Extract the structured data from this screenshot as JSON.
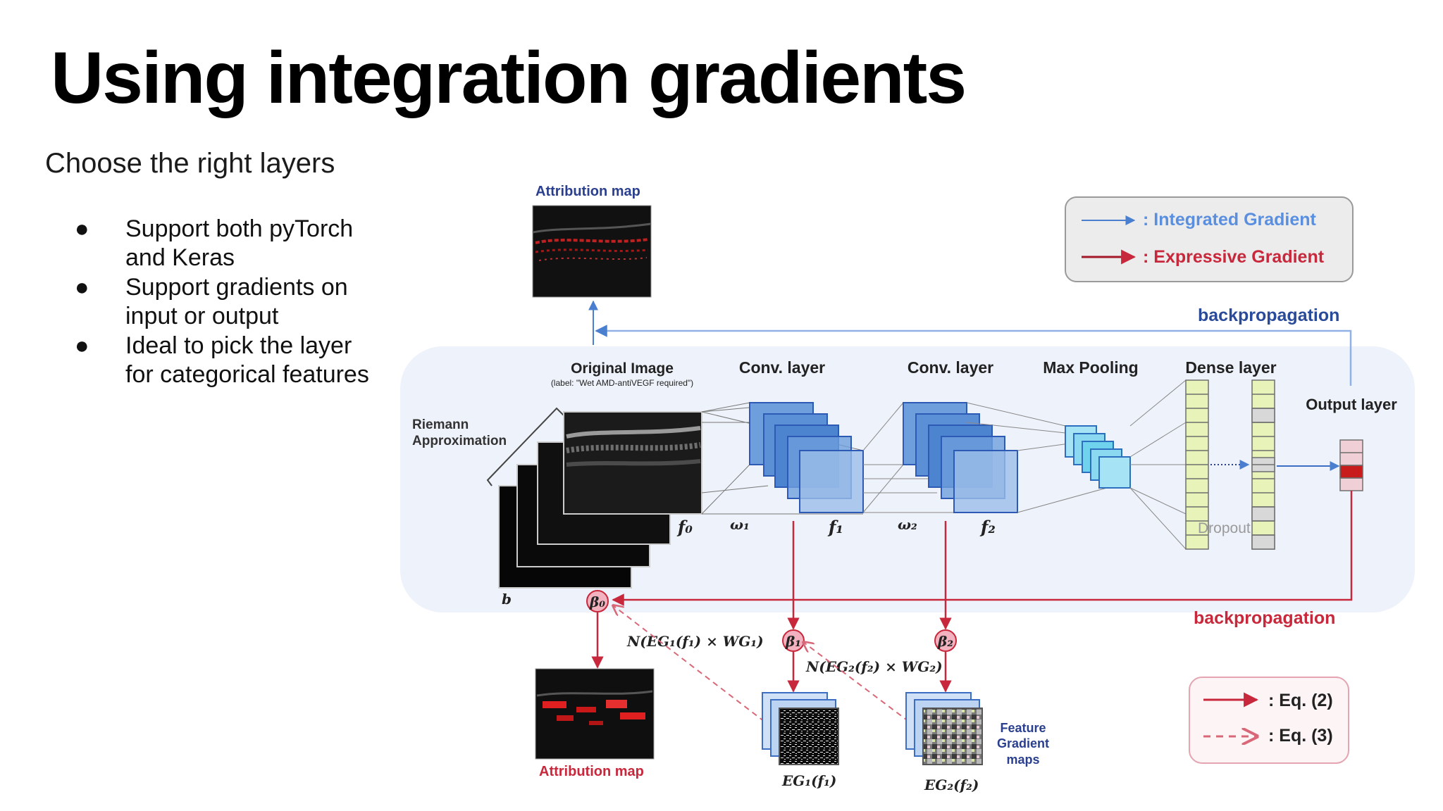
{
  "slide": {
    "title": "Using integration gradients",
    "subtitle": "Choose the right layers",
    "bullets": [
      {
        "line1": "Support both pyTorch",
        "line2": "and Keras"
      },
      {
        "line1": "Support gradients on",
        "line2": "input or output"
      },
      {
        "line1": "Ideal to pick the layer",
        "line2": "for categorical features"
      }
    ],
    "bullet_glyph": "●"
  },
  "diagram": {
    "attribution_map_top": "Attribution map",
    "attribution_map_bottom": "Attribution map",
    "legend_top": {
      "integrated": ": Integrated Gradient",
      "expressive": ": Expressive Gradient"
    },
    "legend_bottom": {
      "eq2": ": Eq. (2)",
      "eq3": ": Eq. (3)"
    },
    "backprop_top": "backpropagation",
    "backprop_bottom": "backpropagation",
    "original_image": "Original Image",
    "original_image_label": "(label: \"Wet AMD-antiVEGF required\")",
    "riemann_line1": "Riemann",
    "riemann_line2": "Approximation",
    "conv_layer_1": "Conv. layer",
    "conv_layer_2": "Conv. layer",
    "max_pooling": "Max Pooling",
    "dense_layer": "Dense layer",
    "output_layer": "Output layer",
    "dropout": "Dropout",
    "f0": "f₀",
    "w1": "ω₁",
    "f1": "f₁",
    "w2": "ω₂",
    "f2": "f₂",
    "b": "b",
    "beta0": "β₀",
    "beta1": "β₁",
    "beta2": "β₂",
    "formula1": "N(EG₁(f₁) × WG₁)",
    "formula2": "N(EG₂(f₂) × WG₂)",
    "eg1": "EG₁(f₁)",
    "eg2": "EG₂(f₂)",
    "feature_grad_1": "Feature",
    "feature_grad_2": "Gradient",
    "feature_grad_3": "maps"
  },
  "colors": {
    "blue": "#4a7fd0",
    "red": "#c8283c",
    "conv_fill": "#5b8fd6",
    "pool_fill": "#6fd3ee",
    "dense_fill": "#e7f3b8",
    "dark_blue_text": "#2a3f8f"
  }
}
